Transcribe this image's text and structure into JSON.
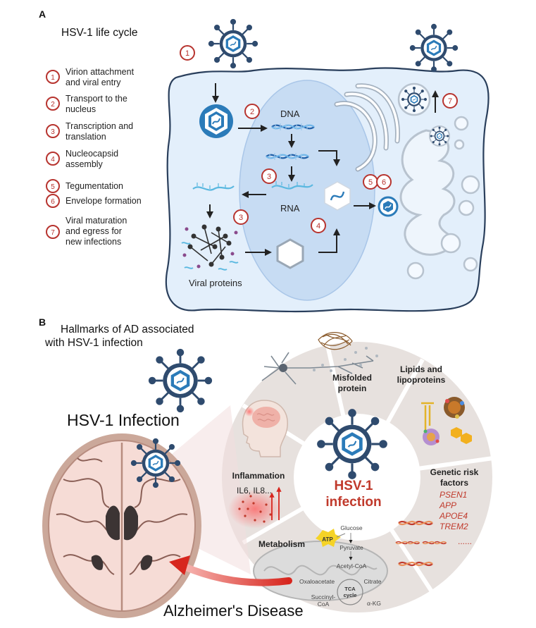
{
  "panel_a": {
    "letter": "A",
    "title": "HSV-1 life cycle",
    "legend": [
      {
        "num": "1",
        "line1": "Virion attachment",
        "line2": "and viral entry"
      },
      {
        "num": "2",
        "line1": "Transport to the",
        "line2": "nucleus"
      },
      {
        "num": "3",
        "line1": "Transcription and",
        "line2": "translation"
      },
      {
        "num": "4",
        "line1": "Nucleocapsid",
        "line2": "assembly"
      },
      {
        "num": "5",
        "line1": "Tegumentation",
        "line2": ""
      },
      {
        "num": "6",
        "line1": "Envelope formation",
        "line2": ""
      },
      {
        "num": "7",
        "line1": "Viral maturation",
        "line2": "and egress for",
        "line3": "new infections"
      }
    ],
    "labels": {
      "dna": "DNA",
      "rna": "RNA",
      "viral_proteins": "Viral proteins"
    },
    "markers": {
      "m1": "1",
      "m2": "2",
      "m3a": "3",
      "m3b": "3",
      "m4": "4",
      "m5": "5",
      "m6": "6",
      "m7": "7"
    }
  },
  "panel_b": {
    "letter": "B",
    "title_line1": "Hallmarks of AD associated",
    "title_line2": "with HSV-1 infection",
    "hsv_infection": "HSV-1 Infection",
    "alzheimers": "Alzheimer's Disease",
    "center_line1": "HSV-1",
    "center_line2": "infection",
    "segments": {
      "misfolded_line1": "Misfolded",
      "misfolded_line2": "protein",
      "lipids_line1": "Lipids and",
      "lipids_line2": "lipoproteins",
      "genetic_line1": "Genetic risk",
      "genetic_line2": "factors",
      "genes": [
        "PSEN1",
        "APP",
        "APOE4",
        "TREM2"
      ],
      "dots": "......",
      "metabolism": "Metabolism",
      "inflammation": "Inflammation",
      "cytokines": "IL6, IL8..."
    },
    "tca": {
      "atp": "ATP",
      "glucose": "Glucose",
      "pyruvate": "Pyruvate",
      "acetyl_coa": "Acetyl-CoA",
      "oxaloacetate": "Oxaloacetate",
      "citrate": "Citrate",
      "tca_line1": "TCA",
      "tca_line2": "cycle",
      "succinyl_line1": "Succinyl-",
      "succinyl_line2": "CoA",
      "akg": "α-KG"
    }
  },
  "colors": {
    "marker_red": "#b7342f",
    "gene_red": "#c0392b",
    "virus_navy": "#2f4b6e",
    "capsid_blue": "#2b7bb9",
    "cell_fill": "#e3effb",
    "nucleus_fill": "#c7dcf3",
    "wheel_fill": "#e7e1de",
    "arrow_red": "#d7261e"
  }
}
